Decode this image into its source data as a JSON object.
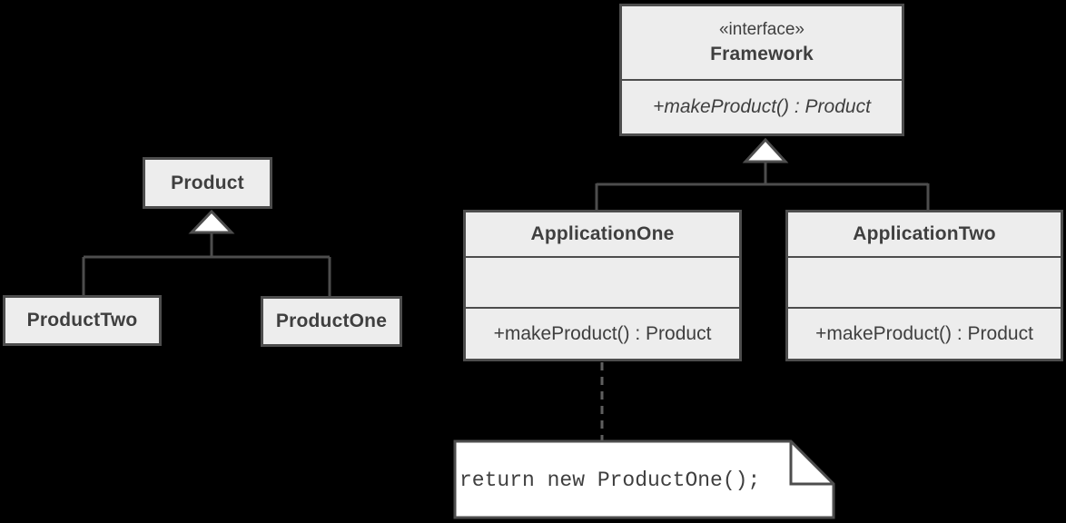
{
  "diagram": {
    "kind": "uml-class-diagram",
    "colors": {
      "background": "#000000",
      "box_fill": "#ededed",
      "box_border": "#4d4d4d",
      "line": "#4d4d4d",
      "dashed_line": "#5f5f5f",
      "text": "#3f3f3f",
      "note_fill": "#ffffff",
      "arrowhead_fill": "#ffffff"
    },
    "product_hierarchy": {
      "parent": {
        "name": "Product"
      },
      "children": [
        {
          "name": "ProductTwo"
        },
        {
          "name": "ProductOne"
        }
      ]
    },
    "framework_hierarchy": {
      "interface": {
        "stereotype": "«interface»",
        "name": "Framework",
        "methods": [
          "+makeProduct() : Product"
        ]
      },
      "implementations": [
        {
          "name": "ApplicationOne",
          "attributes": [],
          "methods": [
            "+makeProduct() : Product"
          ]
        },
        {
          "name": "ApplicationTwo",
          "attributes": [],
          "methods": [
            "+makeProduct() : Product"
          ]
        }
      ]
    },
    "note": {
      "text": "return new ProductOne();"
    },
    "relationships": [
      {
        "from": "ProductTwo",
        "to": "Product",
        "type": "generalization"
      },
      {
        "from": "ProductOne",
        "to": "Product",
        "type": "generalization"
      },
      {
        "from": "ApplicationOne",
        "to": "Framework",
        "type": "generalization"
      },
      {
        "from": "ApplicationTwo",
        "to": "Framework",
        "type": "generalization"
      },
      {
        "from": "note",
        "to": "ApplicationOne",
        "type": "note-anchor"
      }
    ]
  }
}
